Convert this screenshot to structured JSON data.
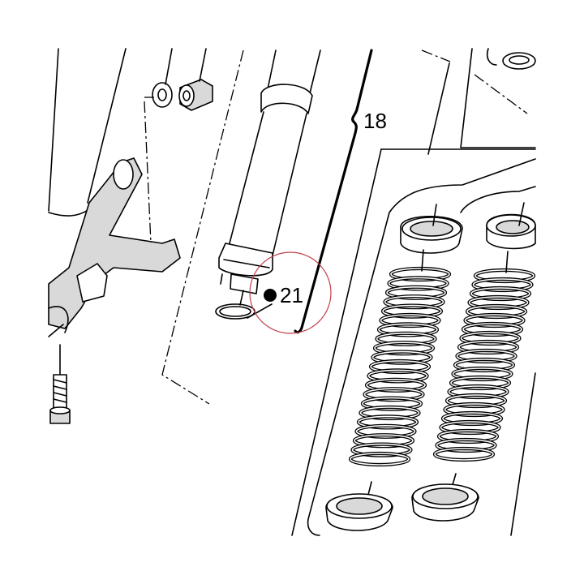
{
  "callouts": {
    "fork_assembly_number": "18",
    "circled_part_number": "21"
  },
  "colors": {
    "line": "#000000",
    "highlight_circle": "#c0404a",
    "background": "#ffffff"
  },
  "icons": {
    "part_marker": "filled-circle-bullet"
  }
}
